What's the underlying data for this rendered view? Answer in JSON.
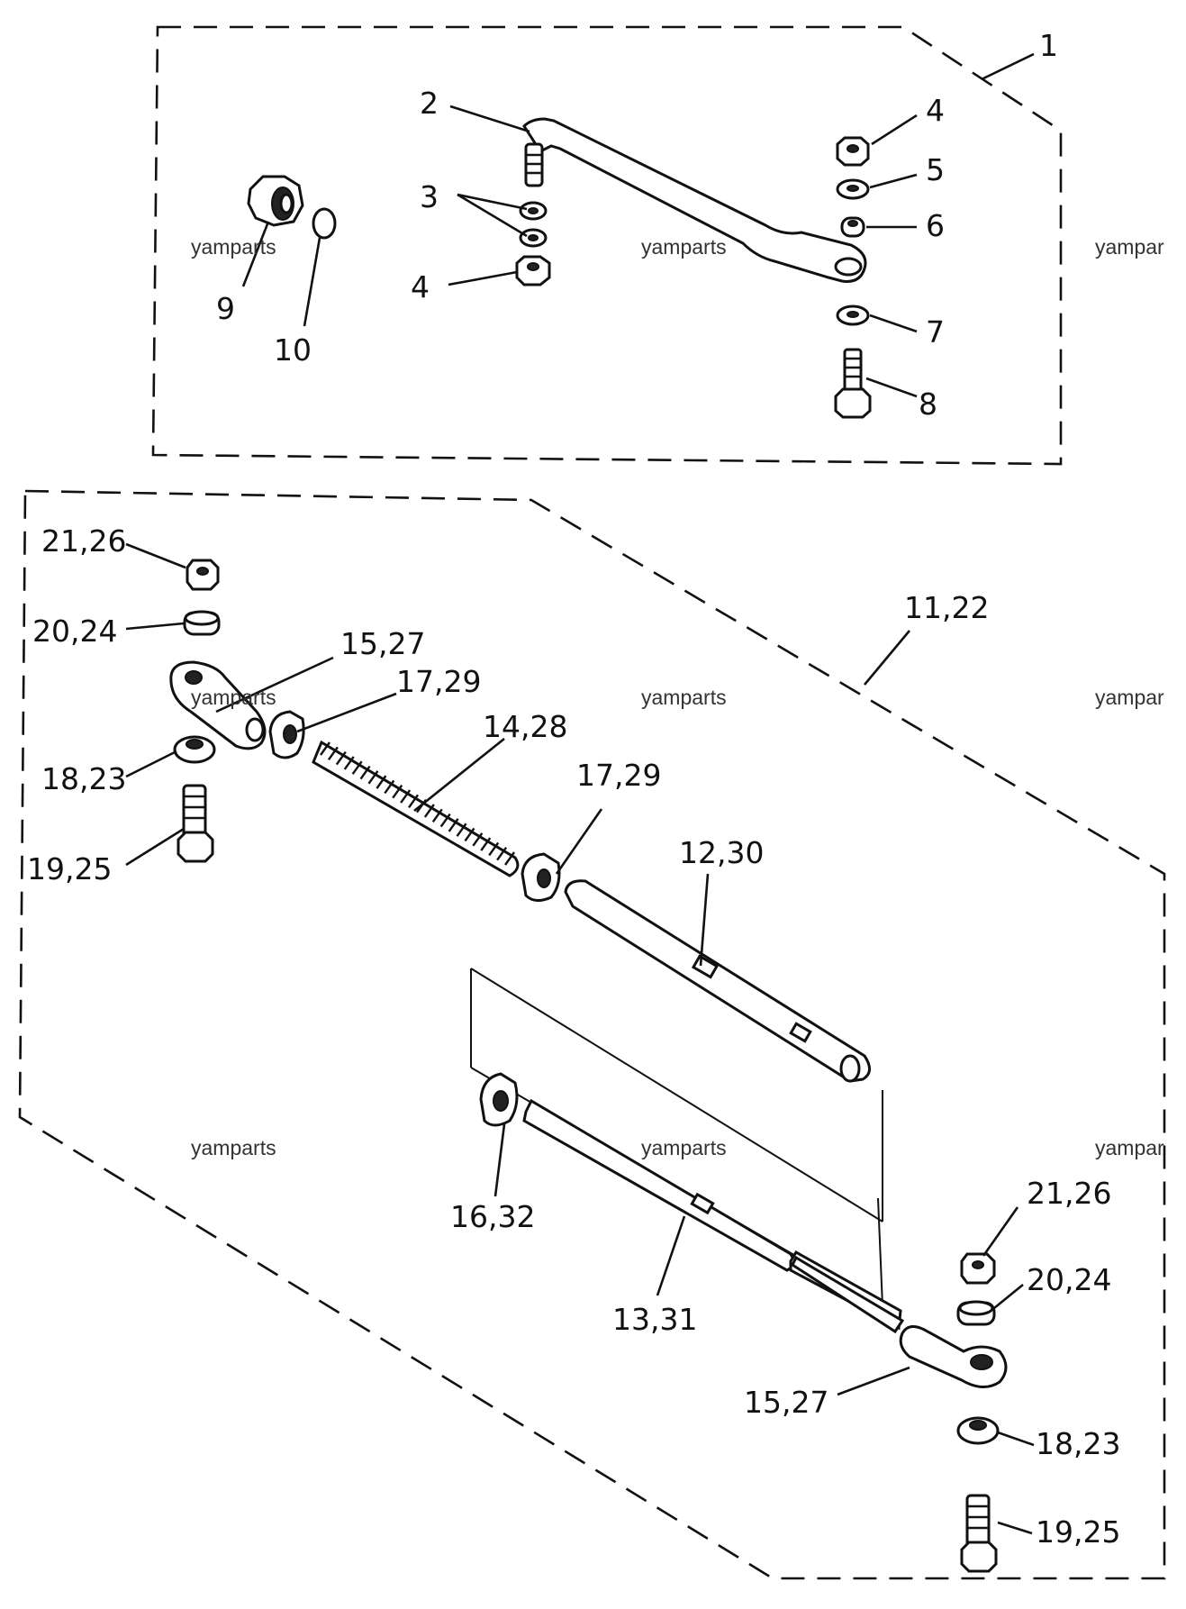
{
  "diagram": {
    "callouts": {
      "c1": "1",
      "c2": "2",
      "c3": "3",
      "c4a": "4",
      "c4b": "4",
      "c5": "5",
      "c6": "6",
      "c7": "7",
      "c8": "8",
      "c9": "9",
      "c10": "10",
      "c2126a": "21,26",
      "c2024a": "20,24",
      "c1527a": "15,27",
      "c1729a": "17,29",
      "c1428": "14,28",
      "c1122": "11,22",
      "c1823a": "18,23",
      "c1925a": "19,25",
      "c1729b": "17,29",
      "c1230": "12,30",
      "c1632": "16,32",
      "c1331": "13,31",
      "c2126b": "21,26",
      "c2024b": "20,24",
      "c1527b": "15,27",
      "c1823b": "18,23",
      "c1925b": "19,25"
    },
    "watermarks": {
      "w1": "yamparts",
      "w2": "yamparts",
      "w3": "yampar",
      "w4": "yamparts",
      "w5": "yamparts",
      "w6": "yampar",
      "w7": "yamparts",
      "w8": "yamparts",
      "w9": "yampar"
    }
  }
}
